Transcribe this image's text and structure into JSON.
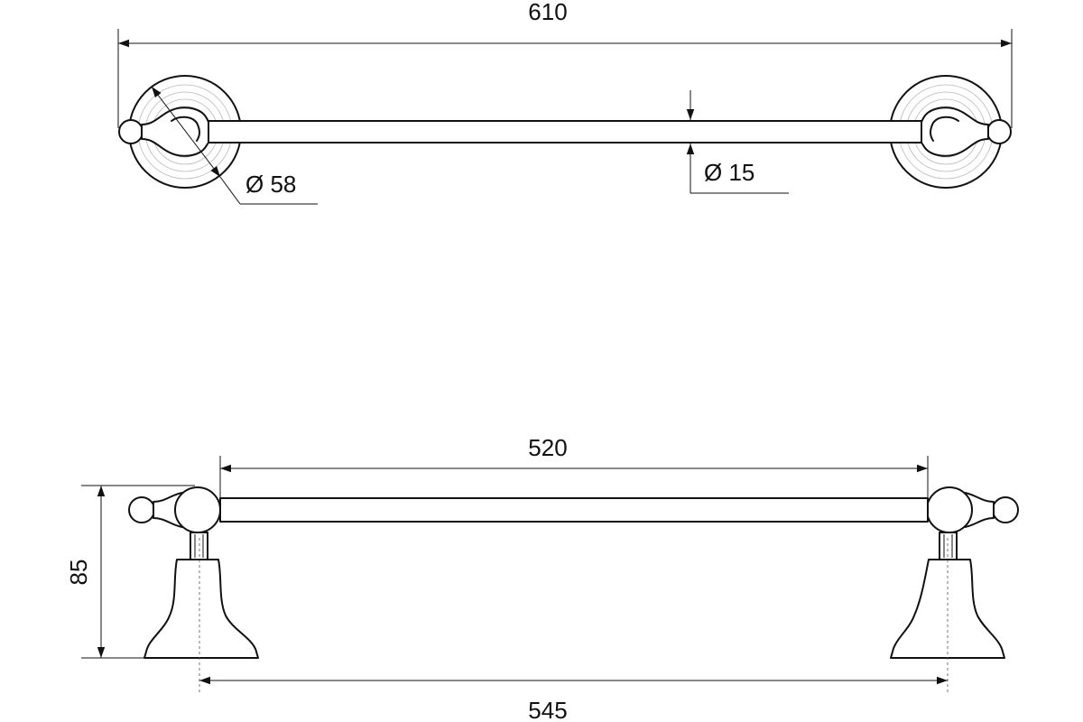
{
  "dimensions": {
    "top_overall_length": "610",
    "rosette_diameter": "Ø 58",
    "bar_diameter": "Ø 15",
    "bar_length": "520",
    "mount_height": "85",
    "mount_spacing": "545"
  }
}
